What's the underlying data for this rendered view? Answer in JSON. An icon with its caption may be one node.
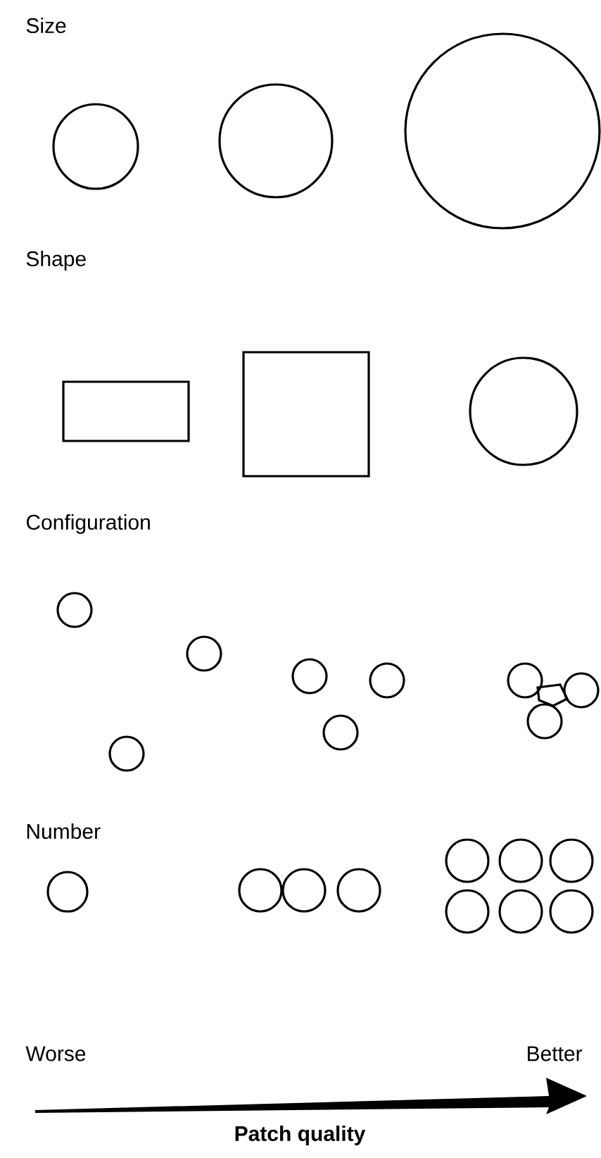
{
  "diagram": {
    "labels": [
      "Size",
      "Shape",
      "Configuration",
      "Number",
      "Worse",
      "Better",
      "Patch quality"
    ]
  }
}
